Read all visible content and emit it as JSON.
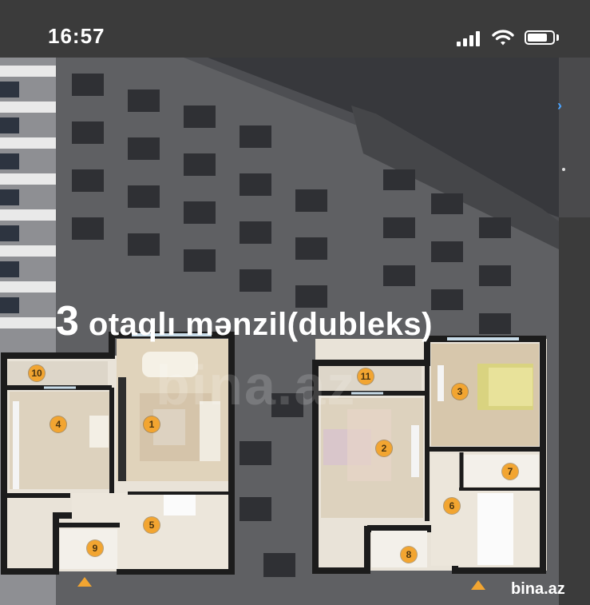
{
  "status_bar": {
    "time": "16:57",
    "signal_icon": "cellular-signal-icon",
    "wifi_icon": "wifi-icon",
    "battery_icon": "battery-icon",
    "battery_level": 0.8
  },
  "photo": {
    "headline_number": "3",
    "headline_text": "otaqlı mənzil(dubleks)",
    "watermark_center": "bina.az",
    "watermark_corner": "bina.az",
    "plan_left_rooms": [
      "10",
      "4",
      "1",
      "5",
      "9"
    ],
    "plan_right_rooms": [
      "11",
      "3",
      "2",
      "7",
      "6",
      "8"
    ]
  },
  "colors": {
    "accent_label": "#f2a531",
    "link": "#4aa3ff"
  }
}
